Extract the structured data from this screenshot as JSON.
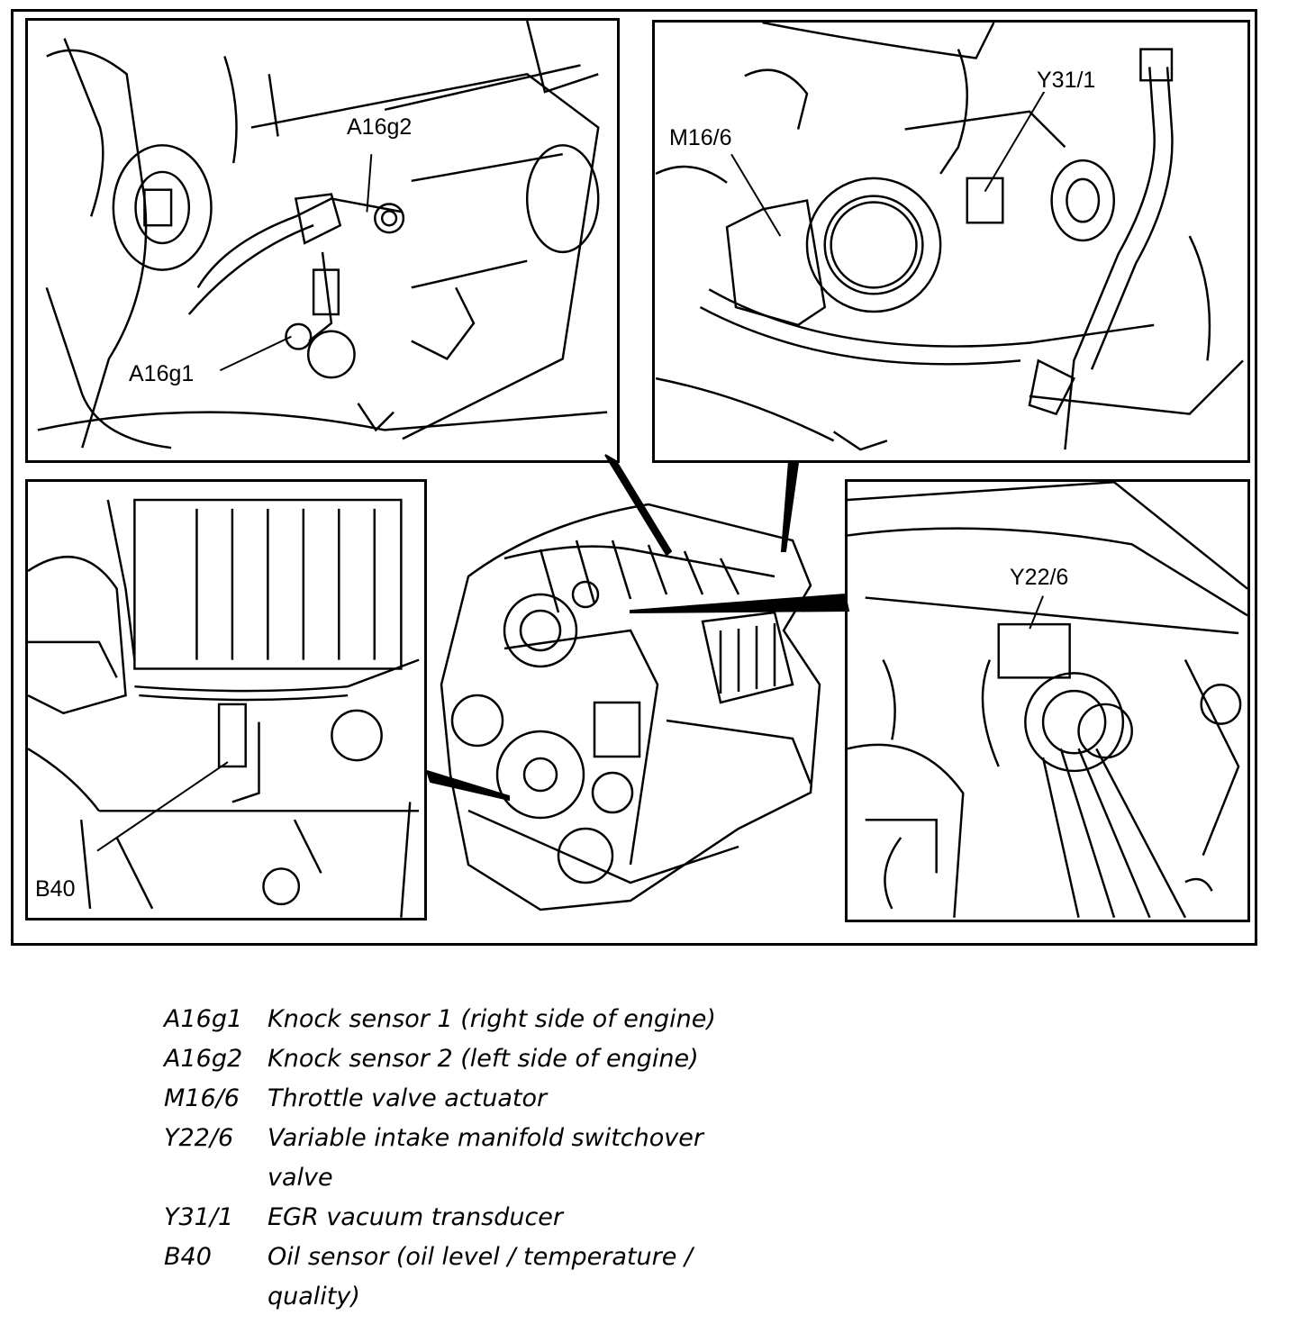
{
  "callouts": {
    "a16g2": "A16g2",
    "a16g1": "A16g1",
    "m16_6": "M16/6",
    "y31_1": "Y31/1",
    "b40": "B40",
    "y22_6": "Y22/6"
  },
  "legend": [
    {
      "code": "A16g1",
      "desc": "Knock sensor 1 (right side of engine)"
    },
    {
      "code": "A16g2",
      "desc": "Knock sensor 2 (left side of engine)"
    },
    {
      "code": "M16/6",
      "desc": "Throttle valve actuator"
    },
    {
      "code": "Y22/6",
      "desc": "Variable intake manifold switchover valve"
    },
    {
      "code": "Y31/1",
      "desc": "EGR vacuum transducer"
    },
    {
      "code": "B40",
      "desc": "Oil sensor (oil level / temperature / quality)"
    }
  ],
  "colors": {
    "ink": "#000000",
    "paper": "#ffffff"
  }
}
